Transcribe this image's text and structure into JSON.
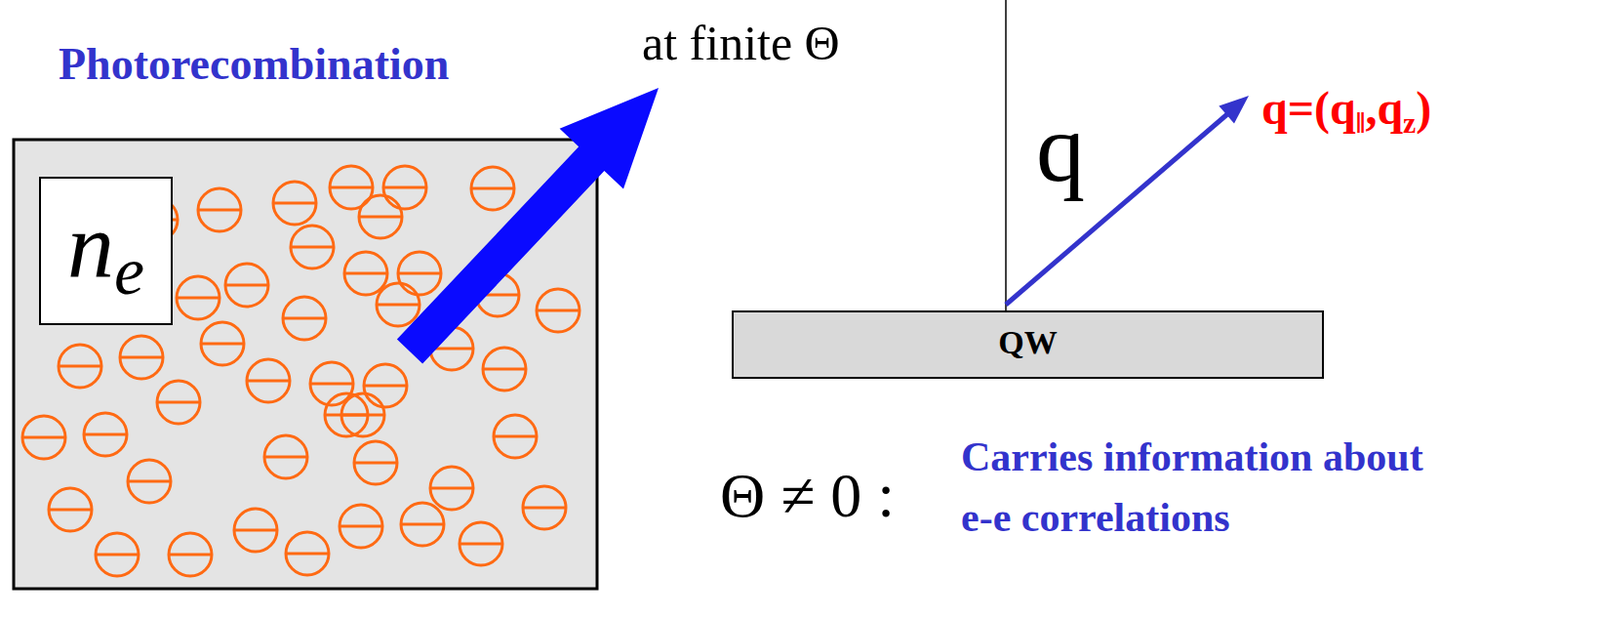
{
  "diagram": {
    "nodes": [
      {
        "text": [
          "n",
          "e"
        ]
      },
      {
        "text": [
          "QW"
        ]
      }
    ],
    "labels": [
      "Photorecombination",
      "at finite Θ",
      "q",
      "q=(q‖,qz)",
      "Θ ≠ 0 :",
      "Carries information about e-e correlations"
    ]
  }
}
